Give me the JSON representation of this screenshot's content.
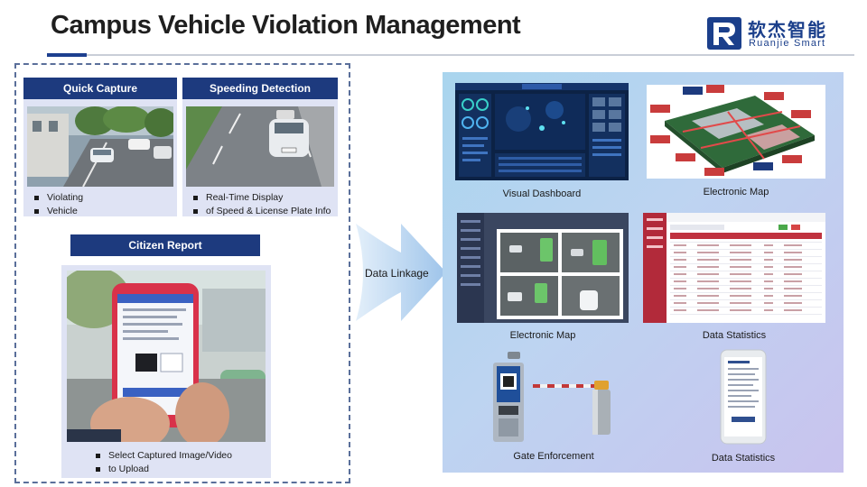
{
  "header": {
    "title": "Campus Vehicle Violation Management"
  },
  "logo": {
    "name_cn": "软杰智能",
    "name_en": "Ruanjie Smart"
  },
  "quick_capture": {
    "title": "Quick Capture",
    "bullets": [
      "Violating",
      "Vehicle"
    ]
  },
  "speeding": {
    "title": "Speeding Detection",
    "bullets": [
      "Real-Time Display",
      "of Speed & License Plate Info"
    ]
  },
  "citizen": {
    "title": "Citizen Report",
    "bullets": [
      "Select Captured Image/Video",
      "to Upload"
    ]
  },
  "linkage": {
    "label": "Data Linkage"
  },
  "modules": [
    {
      "label": "Visual Dashboard"
    },
    {
      "label": "Electronic Map"
    },
    {
      "label": "Electronic Map"
    },
    {
      "label": "Data Statistics"
    },
    {
      "label": "Gate Enforcement"
    },
    {
      "label": "Data Statistics"
    }
  ],
  "colors": {
    "brand": "#1b3f8b",
    "header_bar": "#1d3a7e",
    "card_bg": "#dfe3f4",
    "dashboard_bg": "#0c2245",
    "table_red": "#b22a3a"
  }
}
